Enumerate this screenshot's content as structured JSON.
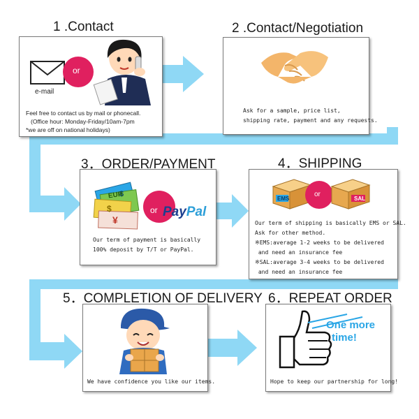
{
  "colors": {
    "arrow": "#8fd8f5",
    "orcircle": "#e0205f",
    "paypal_dark": "#1c3f8f",
    "paypal_light": "#2d9fd8",
    "one_more_time": "#2aa6e6"
  },
  "steps": [
    {
      "title": "1 .Contact",
      "email_label": "e-mail",
      "or_label": "or",
      "lines": [
        "Feel free to contact us by mail or phonecall.",
        "(Office hour: Monday-Friday/10am-7pm",
        "*we are off on national holidays)"
      ]
    },
    {
      "title": "2 .Contact/Negotiation",
      "lines": [
        "Ask for a sample, price list,",
        "shipping rate, payment and any requests."
      ]
    },
    {
      "title": "3．ORDER/PAYMENT",
      "or_label": "or",
      "paypal_a": "Pay",
      "paypal_b": "Pal",
      "eur_label": "EUR",
      "lines": [
        "Our term of payment is basically",
        "100% deposit by T/T or PayPal."
      ]
    },
    {
      "title": "4．SHIPPING",
      "ems_label": "EMS",
      "sal_label": "SAL",
      "or_label": "or",
      "lines": [
        "Our term of shipping is basically EMS or SAL.",
        "Ask for other method.",
        "※EMS:average 1-2 weeks to be delivered",
        " and need an insurance fee",
        "※SAL:average 3-4 weeks to be delivered",
        " and need an insurance fee"
      ]
    },
    {
      "title": "5．COMPLETION OF DELIVERY",
      "lines": [
        "We have confidence you like our items."
      ]
    },
    {
      "title": "6．REPEAT ORDER",
      "callout_1": "One more",
      "callout_2": "time!",
      "lines": [
        "Hope to keep our partnership for long!"
      ]
    }
  ]
}
